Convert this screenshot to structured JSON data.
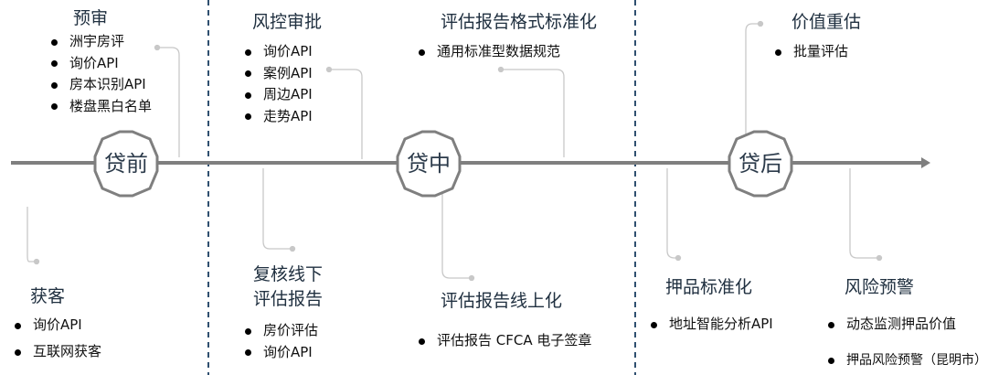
{
  "stages": [
    {
      "label": "贷前"
    },
    {
      "label": "贷中"
    },
    {
      "label": "贷后"
    }
  ],
  "groups": {
    "yushen": {
      "title": "预审",
      "items": [
        "洲宇房评",
        "询价API",
        "房本识别API",
        "楼盘黑白名单"
      ]
    },
    "huoke": {
      "title": "获客",
      "items": [
        "询价API",
        "互联网获客"
      ]
    },
    "fengkong": {
      "title": "风控审批",
      "items": [
        "询价API",
        "案例API",
        "周边API",
        "走势API"
      ]
    },
    "fuhe": {
      "title_line1": "复核线下",
      "title_line2": "评估报告",
      "items": [
        "房价评估",
        "询价API"
      ]
    },
    "geshi": {
      "title": "评估报告格式标准化",
      "items": [
        "通用标准型数据规范"
      ]
    },
    "xianshang": {
      "title": "评估报告线上化",
      "items": [
        "评估报告 CFCA 电子签章"
      ]
    },
    "chongzhi": {
      "title": "价值重估",
      "items": [
        "批量评估"
      ]
    },
    "yajin": {
      "title": "押品标准化",
      "items": [
        "地址智能分析API"
      ]
    },
    "yujing": {
      "title": "风险预警",
      "items": [
        "动态监测押品价值",
        "押品风险预警（昆明市）"
      ]
    }
  },
  "colors": {
    "timeline": "#7f7f7f",
    "octagon_stroke": "#7f7f7f",
    "divider": "#2f4f6f",
    "connector": "#c8c8c8"
  }
}
